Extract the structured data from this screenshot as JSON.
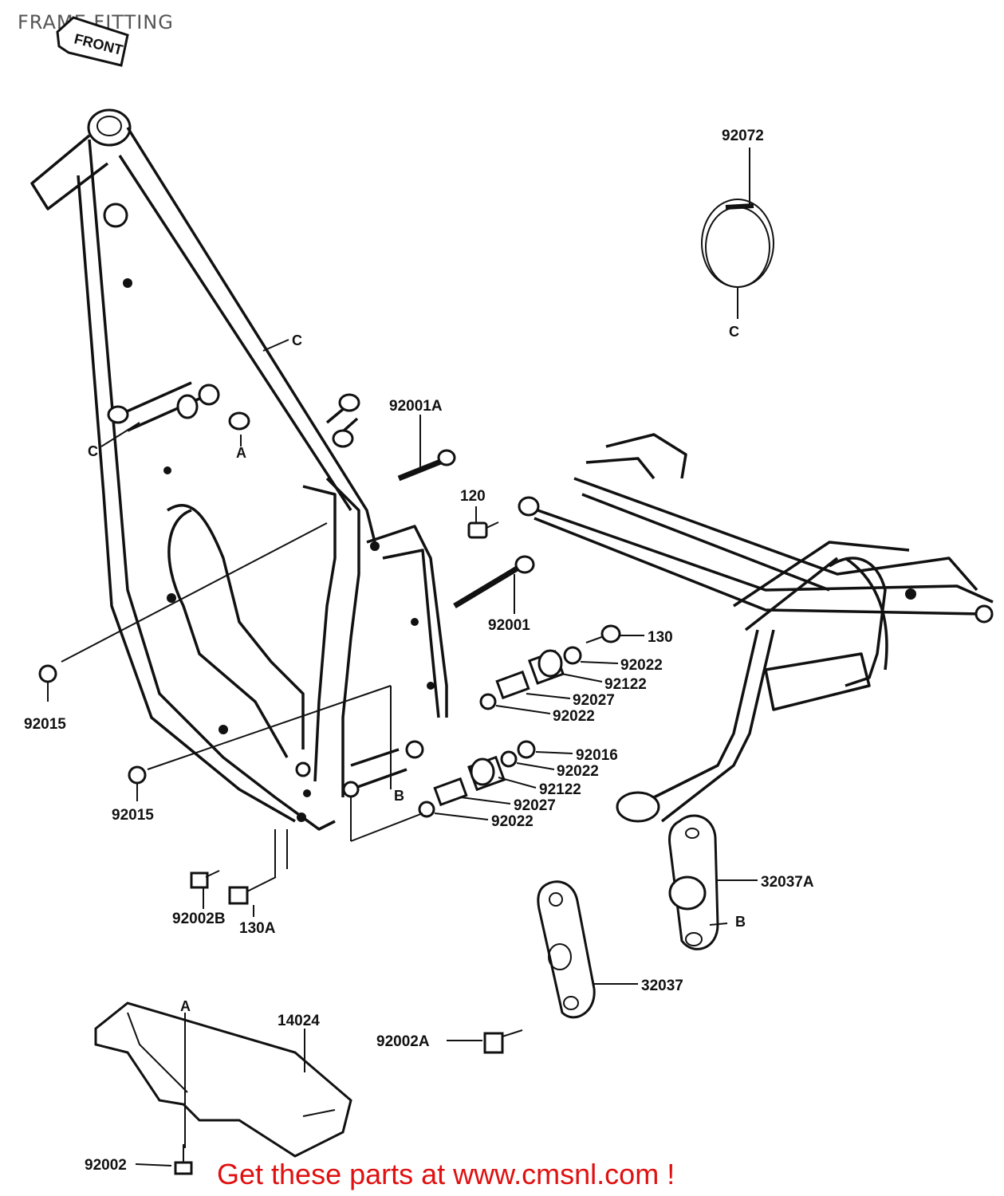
{
  "title": "FRAME FITTING",
  "front_arrow": "FRONT",
  "refs": {
    "c1": "C",
    "c2": "C",
    "c3": "C",
    "a1": "A",
    "a2": "A",
    "b1": "B",
    "b2": "B"
  },
  "part_numbers": {
    "p92072": "92072",
    "p92001A": "92001A",
    "p120": "120",
    "p92001": "92001",
    "p130": "130",
    "p92022a": "92022",
    "p92122a": "92122",
    "p92027a": "92027",
    "p92022b": "92022",
    "p92016": "92016",
    "p92022c": "92022",
    "p92122b": "92122",
    "p92027b": "92027",
    "p92022d": "92022",
    "p92015a": "92015",
    "p92015b": "92015",
    "p92002B": "92002B",
    "p130A": "130A",
    "p32037A": "32037A",
    "p32037": "32037",
    "p14024": "14024",
    "p92002A": "92002A",
    "p92002": "92002"
  },
  "footer": "Get these parts at www.cmsnl.com !",
  "colors": {
    "footer": "#e01010",
    "ink": "#111111",
    "title": "#555555"
  }
}
